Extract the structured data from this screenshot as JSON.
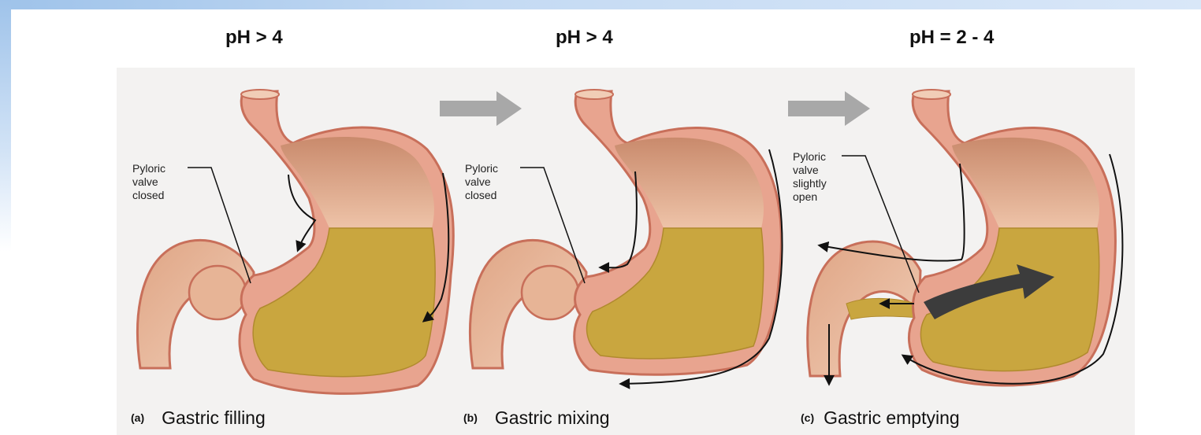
{
  "ph_labels": [
    "pH > 4",
    "pH > 4",
    "pH = 2 - 4"
  ],
  "panels": [
    {
      "letter": "(a)",
      "caption": "Gastric filling",
      "callout": [
        "Pyloric",
        "valve",
        "closed"
      ]
    },
    {
      "letter": "(b)",
      "caption": "Gastric mixing",
      "callout": [
        "Pyloric",
        "valve",
        "closed"
      ]
    },
    {
      "letter": "(c)",
      "caption": "Gastric emptying",
      "callout": [
        "Pyloric",
        "valve",
        "slightly",
        "open"
      ]
    }
  ],
  "colors": {
    "stomach_wall": "#e8a48f",
    "stomach_outline": "#c86f5a",
    "chyme": "#c9a63f",
    "upper_tissue": "#d9a080",
    "process_arrow": "#a8a8a8",
    "emptying_arrow": "#3c3c3c"
  }
}
